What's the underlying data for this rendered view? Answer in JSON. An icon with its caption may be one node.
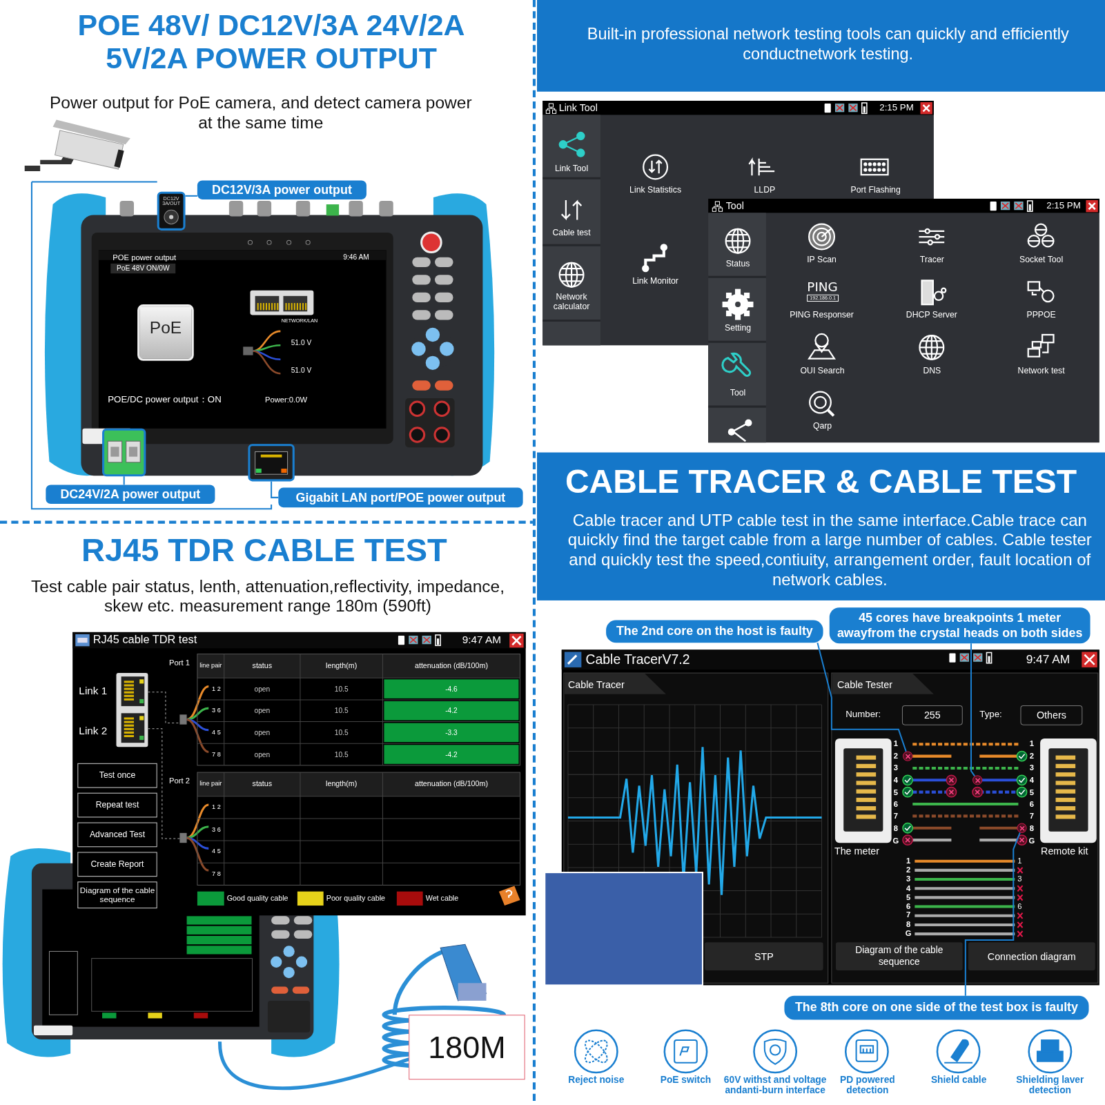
{
  "diagram": {
    "nodes": [
      {
        "text": [
          "DC12V/3A power output"
        ]
      },
      {
        "text": [
          "DC12V 3A/OUT"
        ]
      },
      {
        "text": [
          "DC24V/2A power output"
        ]
      },
      {
        "text": [],
        "shape": "picture"
      },
      {
        "text": [
          "Gigabit LAN port/POE power output"
        ]
      },
      {
        "text": [],
        "shape": "picture"
      },
      {
        "text": [
          "The 2nd core on the host is faulty"
        ]
      },
      {
        "text": [],
        "shape": "circle"
      },
      {
        "text": [
          "45 cores have breakpoints 1 meter awayfrom the crystal heads on both sides"
        ]
      },
      {
        "text": [],
        "shape": "circle"
      },
      {
        "text": [
          "The 8th core on one side of the test box is faulty"
        ]
      },
      {
        "text": [],
        "shape": "circle"
      }
    ],
    "edges": [
      {
        "from": 0,
        "to": 1,
        "arrow": "none"
      },
      {
        "from": 2,
        "to": 3,
        "arrow": "none"
      },
      {
        "from": 4,
        "to": 5,
        "arrow": "none"
      },
      {
        "from": 6,
        "to": 7,
        "arrow": "none"
      },
      {
        "from": 8,
        "to": 9,
        "arrow": "none"
      },
      {
        "from": 10,
        "to": 11,
        "arrow": "none"
      }
    ],
    "labels": [
      "POE 48V/ DC12V/3A 24V/2A 5V/2A POWER OUTPUT",
      "Power output for PoE camera, and detect camera power at the same time",
      "POE power output",
      "PoE 48V ON/0W",
      "PoE",
      "NETWORK/LAN",
      "51.0 V",
      "51.0 V",
      "POE/DC power output：ON",
      "Power:0.0W",
      "9:46 AM",
      "Built-in professional network testing tools can quickly and efficiently conductnetwork testing.",
      "Link Tool",
      "2:15 PM",
      "Link Tool",
      "Cable test",
      "Network calculator",
      "Link Statistics",
      "LLDP",
      "Port Flashing",
      "Link Monitor",
      "Tool",
      "2:15 PM",
      "Status",
      "Setting",
      "Tool",
      "IP Scan",
      "Tracer",
      "Socket Tool",
      "PING",
      "192.186.0.1",
      "PING Responser",
      "DHCP Server",
      "PPPOE",
      "OUI Search",
      "DNS",
      "Network test",
      "Qarp",
      "CABLE TRACER & CABLE TEST",
      "Cable tracer and UTP cable test in the same interface.Cable trace can quickly find the target cable from a large number of cables. Cable tester and quickly test the speed,contiuity, arrangement order, fault location of network cables.",
      "RJ45 TDR CABLE TEST",
      "Test cable pair status, lenth, attenuation,reflectivity, impedance, skew etc. measurement range 180m (590ft)",
      "RJ45 cable TDR test",
      "9:47 AM",
      "Link 1",
      "Link 2",
      "Test once",
      "Repeat test",
      "Advanced Test",
      "Create Report",
      "Diagram of the cable sequence",
      "Port 1",
      "line pair",
      "status",
      "length(m)",
      "attenuation (dB/100m)",
      "1 2",
      "open",
      "10.5",
      "-4.6",
      "3 6",
      "open",
      "10.5",
      "-4.2",
      "4 5",
      "open",
      "10.5",
      "-3.3",
      "7 8",
      "open",
      "10.5",
      "-4.2",
      "Port 2",
      "line pair",
      "status",
      "length(m)",
      "attenuation (dB/100m)",
      "1 2",
      "3 6",
      "4 5",
      "7 8",
      "180M",
      "Cable TracerV7.2",
      "9:47 AM",
      "Cable Tracer",
      "Cable Tester",
      "Number:",
      "255",
      "Type:",
      "Others",
      "1 2 3 4 5 6 7 8 G",
      "1 2 3 4 5 6 7 8 G",
      "The meter",
      "Remote kit",
      "1 2 3 4 5 6 7 8 G",
      "1",
      "3",
      "6",
      "STP",
      "Diagram of the cable sequence",
      "Connection diagram",
      "Reject noise",
      "PoE switch",
      "60V withst and voltage andanti-burn interface",
      "PD powered detection",
      "Shield cable",
      "Shielding laver detection"
    ],
    "legend": [
      {
        "text": "Good quality cable",
        "color": "#0b9a3b"
      },
      {
        "text": "Poor quality cable",
        "color": "#e6d21a"
      },
      {
        "text": "Wet cable",
        "color": "#a80c0c"
      }
    ]
  }
}
